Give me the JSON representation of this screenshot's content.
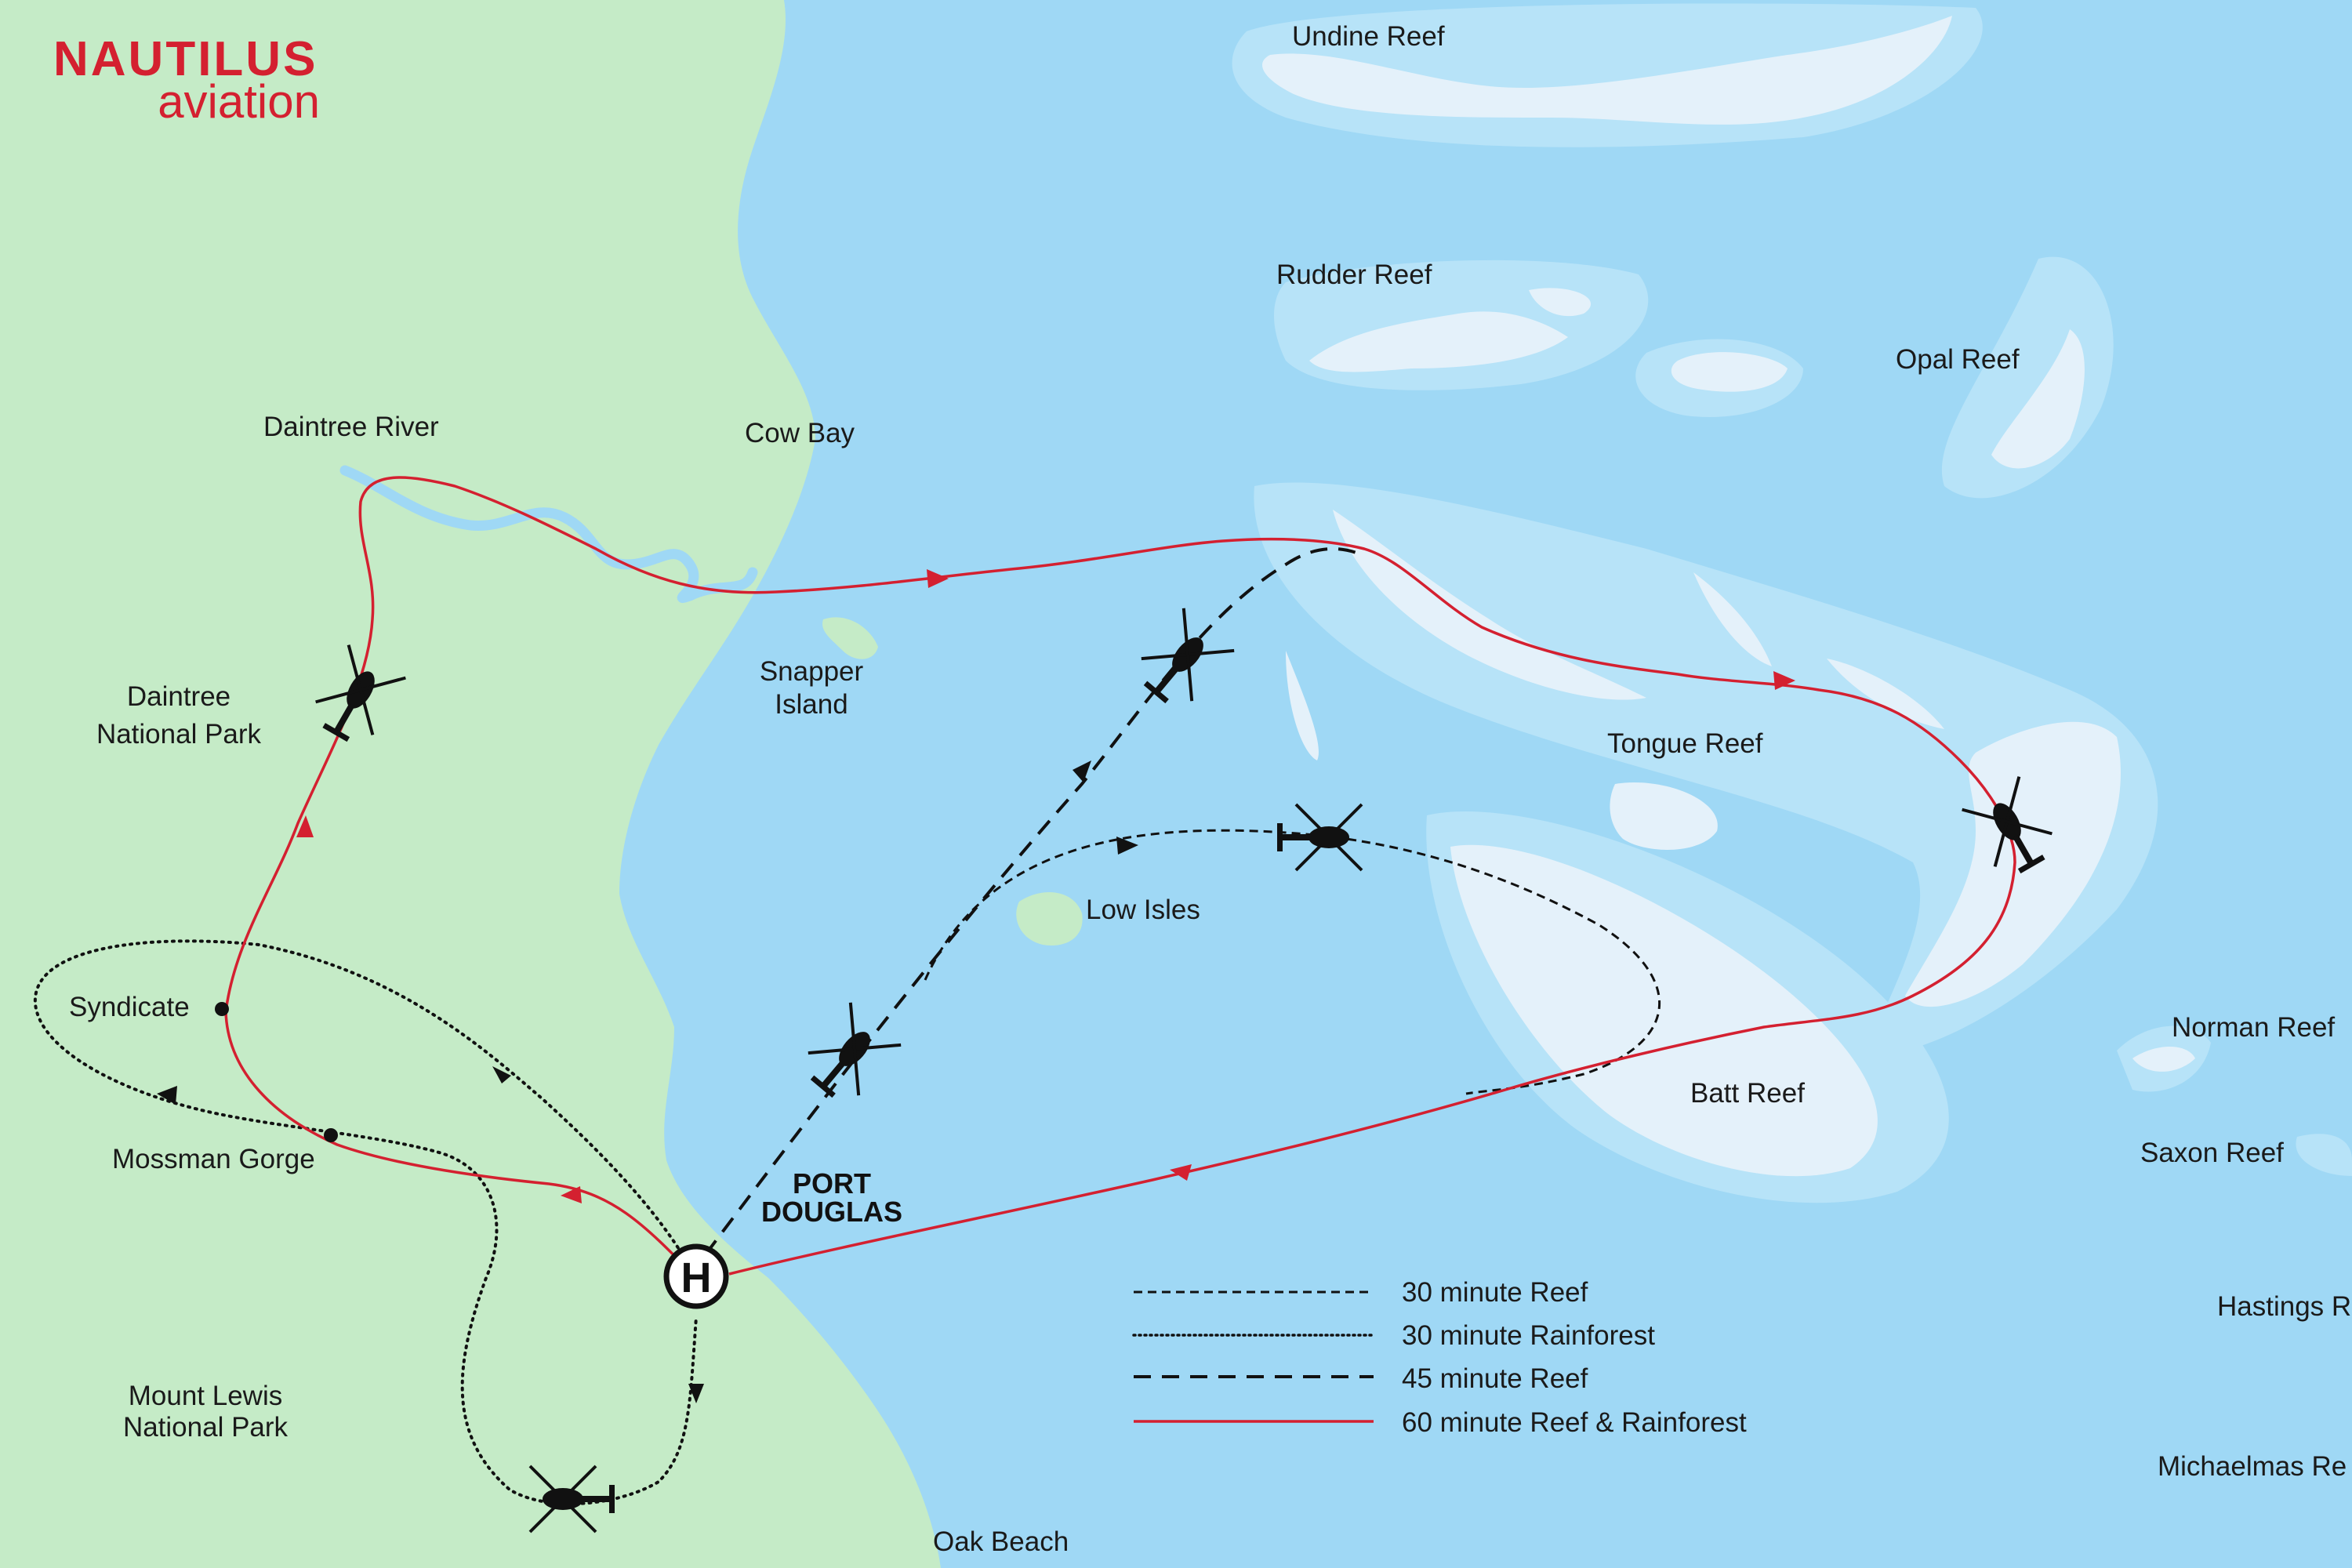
{
  "brand": {
    "name": "NAUTILUS",
    "sub": "aviation",
    "color": "#d42030"
  },
  "colors": {
    "sea": "#9fd8f5",
    "land": "#c5ebc7",
    "reef_shallow": "#b7e3f8",
    "reef_flat": "#e4f1fa",
    "route_red": "#d42030",
    "route_black": "#111111"
  },
  "places": {
    "undine_reef": "Undine Reef",
    "rudder_reef": "Rudder Reef",
    "opal_reef": "Opal Reef",
    "daintree_river": "Daintree River",
    "cow_bay": "Cow Bay",
    "snapper_island": [
      "Snapper",
      "Island"
    ],
    "daintree_np": [
      "Daintree",
      "National Park"
    ],
    "tongue_reef": "Tongue Reef",
    "low_isles": "Low Isles",
    "syndicate": "Syndicate",
    "norman_reef": "Norman Reef",
    "mossman_gorge": "Mossman Gorge",
    "batt_reef": "Batt Reef",
    "saxon_reef": "Saxon Reef",
    "port_douglas": [
      "PORT",
      "DOUGLAS"
    ],
    "hastings_reef": "Hastings R",
    "mount_lewis_np": [
      "Mount Lewis",
      "National Park"
    ],
    "michaelmas_reef": "Michaelmas Re",
    "oak_beach": "Oak Beach"
  },
  "helipad": {
    "symbol": "H"
  },
  "legend": [
    {
      "label": "30 minute Reef",
      "style": "dashed-fine"
    },
    {
      "label": "30 minute Rainforest",
      "style": "dotted"
    },
    {
      "label": "45 minute Reef",
      "style": "dashed-long"
    },
    {
      "label": "60 minute Reef & Rainforest",
      "style": "solid-red"
    }
  ]
}
